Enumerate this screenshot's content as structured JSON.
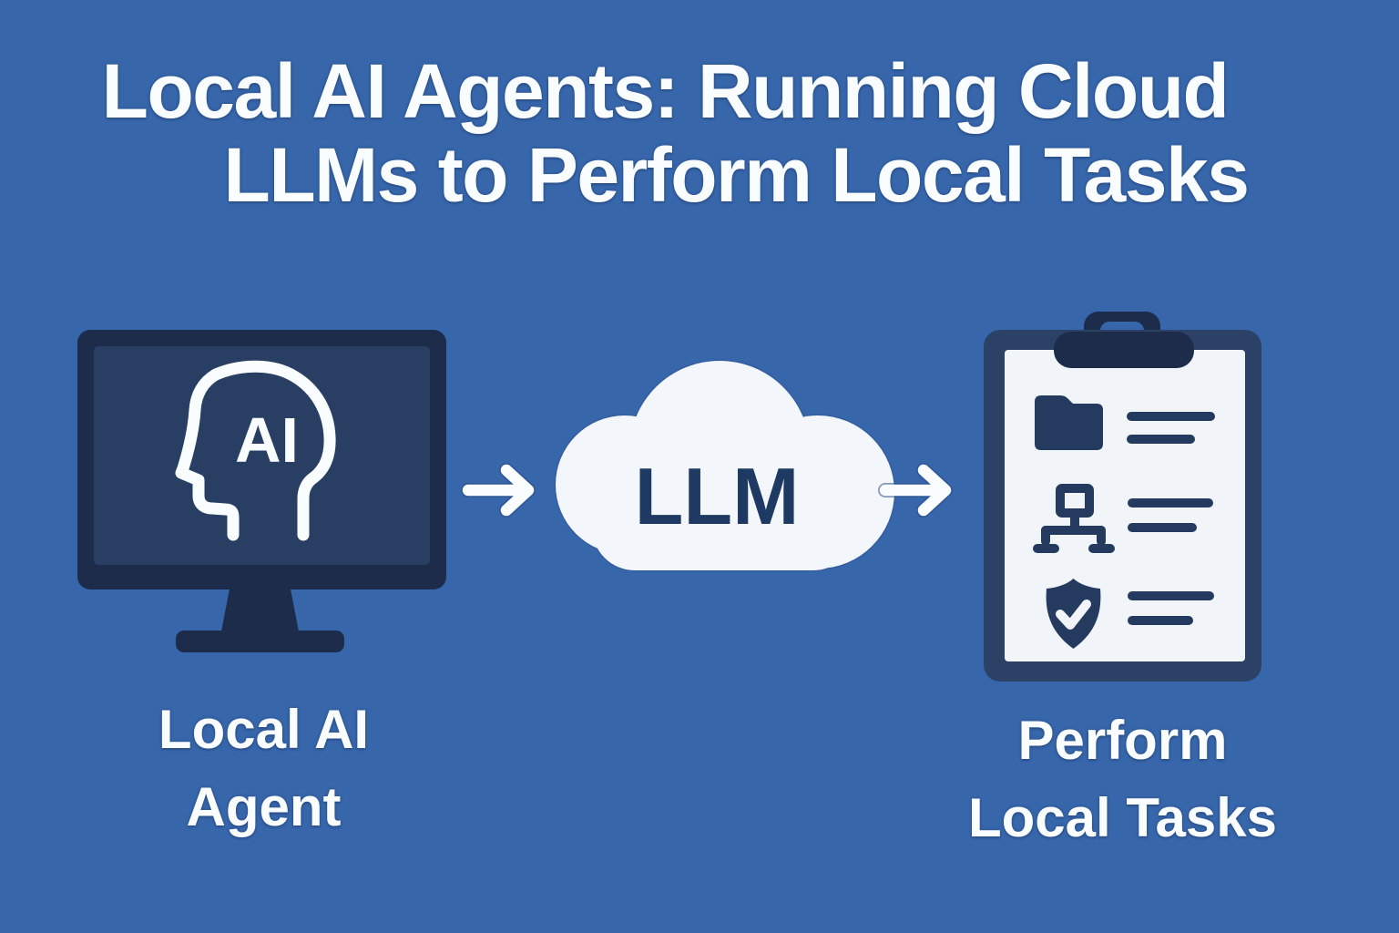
{
  "title": {
    "line1": "Local AI Agents: Running Cloud",
    "line2": "LLMs to Perform Local Tasks"
  },
  "diagram": {
    "agent": {
      "icon": "monitor-ai-head-icon",
      "screen_text": "AI",
      "label_line1": "Local AI",
      "label_line2": "Agent"
    },
    "cloud": {
      "icon": "cloud-icon",
      "text": "LLM"
    },
    "tasks": {
      "icon": "clipboard-checklist-icon",
      "label_line1": "Perform",
      "label_line2": "Local Tasks",
      "checklist_icons": [
        "folder-icon",
        "flowchart-icon",
        "shield-check-icon"
      ]
    },
    "connectors": [
      "arrow-right-icon",
      "arrow-right-icon"
    ]
  },
  "colors": {
    "background": "#3766ab",
    "navy_dark": "#1d2c4b",
    "navy_screen": "#293e63",
    "navy_board": "#2c4166",
    "paper": "#f1f5f9",
    "cloud": "#f3f6fb",
    "ink": "#243a5f",
    "text_white": "#fafdff",
    "llm_text": "#1e3a63"
  }
}
